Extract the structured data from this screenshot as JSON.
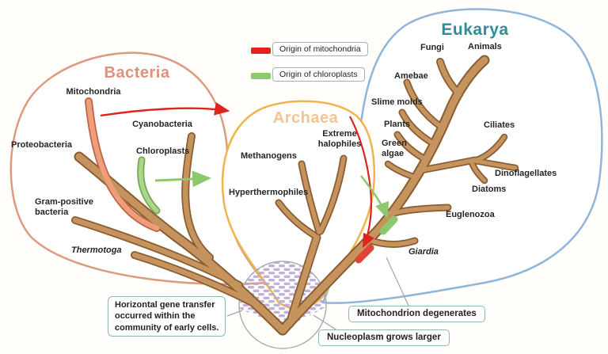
{
  "figure": {
    "description": "Phylogenetic tree of life with three domains",
    "domains": {
      "bacteria": {
        "label": "Bacteria",
        "text_color": "#e0917a",
        "outline_color": "#dc9b7c"
      },
      "archaea": {
        "label": "Archaea",
        "text_color": "#f3c493",
        "outline_color": "#f0b44c"
      },
      "eukarya": {
        "label": "Eukarya",
        "text_color": "#2e8e95",
        "outline_color": "#8fb6da"
      }
    },
    "legend": {
      "items": [
        {
          "label": "Origin of mitochondria",
          "color": "#e0231c"
        },
        {
          "label": "Origin of chloroplasts",
          "color": "#8cc86e"
        }
      ]
    },
    "taxa": {
      "bacteria": {
        "mitochondria": "Mitochondria",
        "cyanobacteria": "Cyanobacteria",
        "proteobacteria": "Proteobacteria",
        "chloroplasts": "Chloroplasts",
        "gram_positive": "Gram-positive\nbacteria",
        "thermotoga": "Thermotoga"
      },
      "archaea": {
        "methanogens": "Methanogens",
        "extreme_halophiles": "Extreme\nhalophiles",
        "hyperthermophiles": "Hyperthermophiles"
      },
      "eukarya": {
        "fungi": "Fungi",
        "animals": "Animals",
        "amebae": "Amebae",
        "slime_molds": "Slime molds",
        "plants": "Plants",
        "green_algae": "Green\nalgae",
        "ciliates": "Ciliates",
        "dinoflagellates": "Dinoflagellates",
        "diatoms": "Diatoms",
        "euglenozoa": "Euglenozoa",
        "giardia": "Giardia"
      }
    },
    "callouts": {
      "horizontal_gene_transfer": "Horizontal gene transfer\noccurred within the\ncommunity of early cells.",
      "mitochondrion_degenerates": "Mitochondrion degenerates",
      "nucleoplasm_grows": "Nucleoplasm grows larger"
    },
    "colors": {
      "branch_light": "#c5945e",
      "branch_dark": "#8a5c30",
      "mitochondria_branch": "#ec9f79",
      "chloroplast_branch": "#abd78b",
      "nucleoplasm_pattern": "#b5a5d1",
      "circle_outline": "#a9a9b2",
      "callout_border": "#8fb8b4"
    }
  }
}
